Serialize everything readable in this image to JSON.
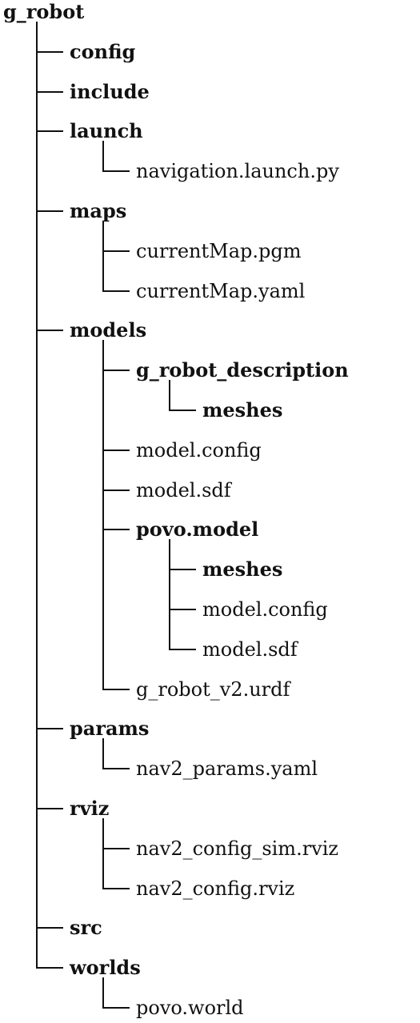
{
  "tree": {
    "name": "g_robot",
    "type": "folder",
    "children": [
      {
        "name": "config",
        "type": "folder"
      },
      {
        "name": "include",
        "type": "folder"
      },
      {
        "name": "launch",
        "type": "folder",
        "children": [
          {
            "name": "navigation.launch.py",
            "type": "file"
          }
        ]
      },
      {
        "name": "maps",
        "type": "folder",
        "children": [
          {
            "name": "currentMap.pgm",
            "type": "file"
          },
          {
            "name": "currentMap.yaml",
            "type": "file"
          }
        ]
      },
      {
        "name": "models",
        "type": "folder",
        "children": [
          {
            "name": "g_robot_description",
            "type": "folder",
            "children": [
              {
                "name": "meshes",
                "type": "folder"
              }
            ]
          },
          {
            "name": "model.config",
            "type": "file"
          },
          {
            "name": "model.sdf",
            "type": "file"
          },
          {
            "name": "povo.model",
            "type": "folder",
            "children": [
              {
                "name": "meshes",
                "type": "folder"
              },
              {
                "name": "model.config",
                "type": "file"
              },
              {
                "name": "model.sdf",
                "type": "file"
              }
            ]
          },
          {
            "name": "g_robot_v2.urdf",
            "type": "file"
          }
        ]
      },
      {
        "name": "params",
        "type": "folder",
        "children": [
          {
            "name": "nav2_params.yaml",
            "type": "file"
          }
        ]
      },
      {
        "name": "rviz",
        "type": "folder",
        "children": [
          {
            "name": "nav2_config_sim.rviz",
            "type": "file"
          },
          {
            "name": "nav2_config.rviz",
            "type": "file"
          }
        ]
      },
      {
        "name": "src",
        "type": "folder"
      },
      {
        "name": "worlds",
        "type": "folder",
        "children": [
          {
            "name": "povo.world",
            "type": "file"
          }
        ]
      }
    ]
  }
}
